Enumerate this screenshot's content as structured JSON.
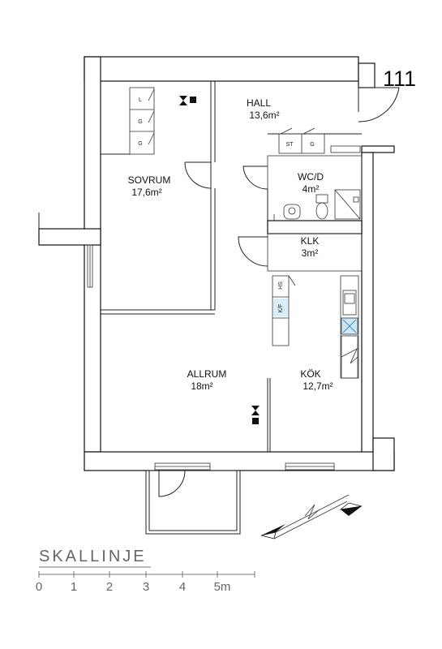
{
  "unit_number": "111",
  "rooms": {
    "hall": {
      "name": "HALL",
      "area": "13,6m²"
    },
    "sovrum": {
      "name": "SOVRUM",
      "area": "17,6m²"
    },
    "wcd": {
      "name": "WC/D",
      "area": "4m²"
    },
    "klk": {
      "name": "KLK",
      "area": "3m²"
    },
    "allrum": {
      "name": "ALLRUM",
      "area": "18m²"
    },
    "kok": {
      "name": "KÖK",
      "area": "12,7m²"
    }
  },
  "fixtures": {
    "sovrum_closet_labels": [
      "L",
      "G",
      "G"
    ],
    "hall_closet_labels": [
      "ST",
      "G"
    ],
    "kitchen_cabinet_labels": [
      "HS",
      "K/F"
    ]
  },
  "scale": {
    "title": "SKALLINJE",
    "ticks": [
      "0",
      "1",
      "2",
      "3",
      "4",
      "5m"
    ]
  }
}
